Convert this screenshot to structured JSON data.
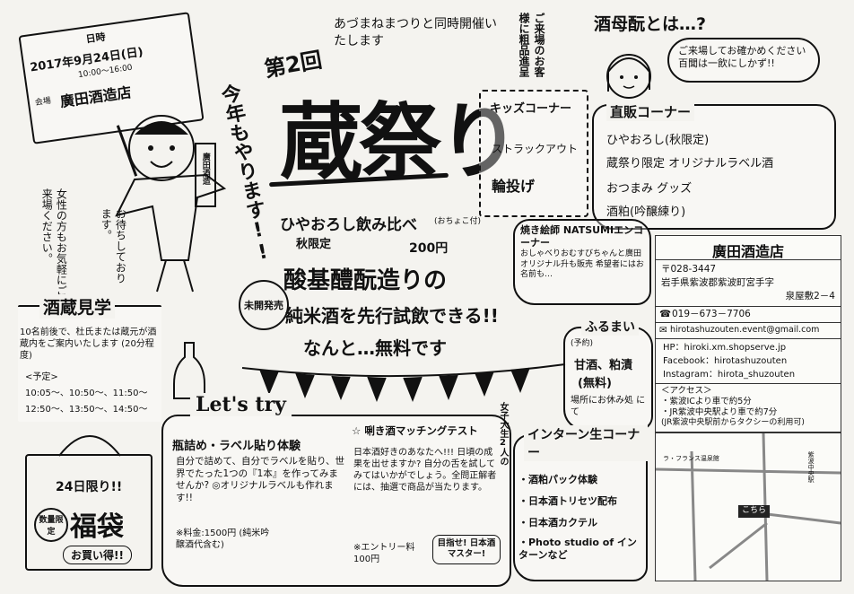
{
  "event": {
    "date_label": "日時",
    "date": "2017年9月24日(日)",
    "time": "10:00～16:00",
    "venue_label": "会場",
    "venue": "廣田酒造店",
    "number": "第2回",
    "title": "蔵祭り",
    "subtitle": "今年もやります!!",
    "joint_event": "あづまねまつりと同時開催いたします",
    "gift": "ご来場のお客様に粗品進呈",
    "happi_text": "廣田酒造"
  },
  "women_note": "女性の方もお気軽にご来場ください。",
  "waiting_note": "お待ちしております。",
  "shubodai": {
    "heading": "酒母酛とは…?",
    "bubble": "ご来場してお確かめください 百聞は一飲にしかず!!"
  },
  "kids": {
    "heading": "キッズコーナー",
    "items": [
      "ストラックアウト",
      "輪投げ"
    ]
  },
  "direct_sales": {
    "heading": "直販コーナー",
    "items": [
      "ひやおろし(秋限定)",
      "蔵祭り限定 オリジナルラベル酒",
      "おつまみ グッズ",
      "酒粕(吟醸練り)"
    ]
  },
  "hiyaoroshi": {
    "heading": "ひやおろし飲み比べ",
    "note": "(おちょこ付)",
    "limited": "秋限定",
    "price": "200円"
  },
  "shubo": {
    "badge": "未開発売",
    "line1": "酸基醴酛造りの",
    "line2": "純米酒を先行試飲できる!!",
    "line3": "なんと…無料です"
  },
  "yakitori": {
    "heading": "焼き絵師 NATSUMIエンコーナー",
    "text": "おしゃべりおむすびちゃんと廣田オリジナル升も販売 希望者にはお名前も…"
  },
  "furumai": {
    "heading": "ふるまい",
    "tag": "(予約)",
    "items": [
      "甘酒、粕漬",
      "(無料)"
    ],
    "note": "場所にお休み処 にて"
  },
  "brewery": {
    "name": "廣田酒造店",
    "postal": "〒028-3447",
    "address1": "岩手県紫波郡紫波町宮手字",
    "address2": "泉屋敷2－4",
    "phone": "019－673－7706",
    "email": "hirotashuzouten.event@gmail.com",
    "hp": "HP：hiroki.xm.shopserve.jp",
    "facebook": "Facebook：hirotashuzouten",
    "instagram": "Instagram：hirota_shuzouten",
    "access_heading": "＜アクセス＞",
    "access": [
      "・紫波ICより車で約5分",
      "・JR紫波中央駅より車で約7分",
      "(JR紫波中央駅前からタクシーの利用可)"
    ]
  },
  "map": {
    "labels": [
      "ラ・フランス温泉館",
      "こちら",
      "紫波中央駅"
    ]
  },
  "tour": {
    "heading": "酒蔵見学",
    "text": "10名前後で、杜氏または蔵元が酒蔵内をご案内いたします (20分程度)",
    "schedule_label": "<予定>",
    "times": [
      "10:05～、10:50～、11:50～",
      "12:50～、13:50～、14:50～"
    ]
  },
  "lets_try": {
    "heading": "Let's try",
    "item1_title": "瓶詰め・ラベル貼り体験",
    "item1_text": "自分で詰めて、自分でラベルを貼り、世界でたった1つの『1本』を作ってみませんか? ◎オリジナルラベルも作れます!!",
    "item1_price": "※料金:1500円 (純米吟醸酒代含む)",
    "item2_title": "☆ 唎き酒マッチングテスト",
    "item2_text": "日本酒好きのあなたへ!!! 日頃の成果を出せますか? 自分の舌を試してみてはいかがでしょう。全問正解者には、抽選で商品が当たります。",
    "item2_price": "※エントリー料 100円",
    "item2_badge": "目指せ! 日本酒マスター!"
  },
  "fukubukuro": {
    "limit": "24日限り!!",
    "tag": "数量限定",
    "title": "福袋",
    "badge": "お買い得!!"
  },
  "intern": {
    "note": "女子大生2人の",
    "heading": "インターン生コーナー",
    "items": [
      "・酒粕パック体験",
      "・日本酒トリセツ配布",
      "・日本酒カクテル",
      "・Photo studio of インターンなど"
    ]
  }
}
